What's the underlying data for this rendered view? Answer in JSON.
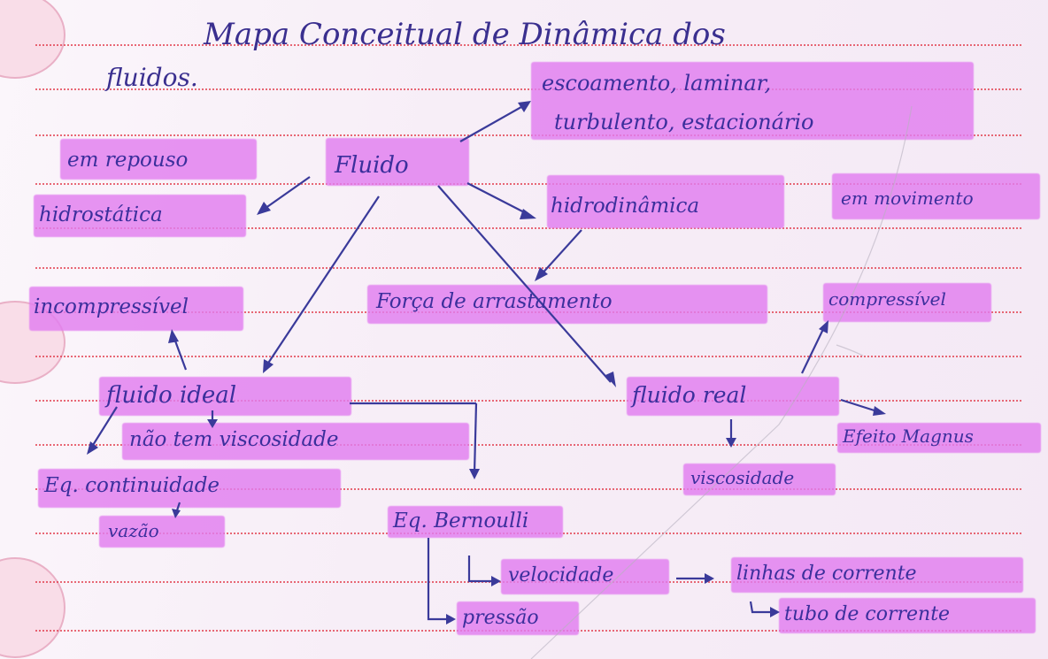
{
  "title": {
    "line1": "Mapa Conceitual de Dinâmica dos",
    "line2": "fluidos."
  },
  "nodes": {
    "fluido": "Fluido",
    "em_repouso": "em repouso",
    "hidrostatica": "hidrostática",
    "escoamento_1": "escoamento, laminar,",
    "escoamento_2": "turbulento, estacionário",
    "hidrodinamica": "hidrodinâmica",
    "em_movimento": "em movimento",
    "incompressivel": "incompressível",
    "forca_arrastamento": "Força de arrastamento",
    "compressivel": "compressível",
    "fluido_ideal": "fluido ideal",
    "nao_tem_viscosidade": "não tem viscosidade",
    "fluido_real": "fluido real",
    "efeito_magnus": "Efeito Magnus",
    "eq_continuidade": "Eq. continuidade",
    "vazao": "vazão",
    "eq_bernoulli": "Eq. Bernoulli",
    "viscosidade": "viscosidade",
    "velocidade": "velocidade",
    "linhas_corrente": "linhas de corrente",
    "pressao": "pressão",
    "tubo_corrente": "tubo de corrente"
  },
  "colors": {
    "ink": "#3b2f9c",
    "highlighter": "#e27ef0",
    "rule_line": "#e23a4a"
  }
}
